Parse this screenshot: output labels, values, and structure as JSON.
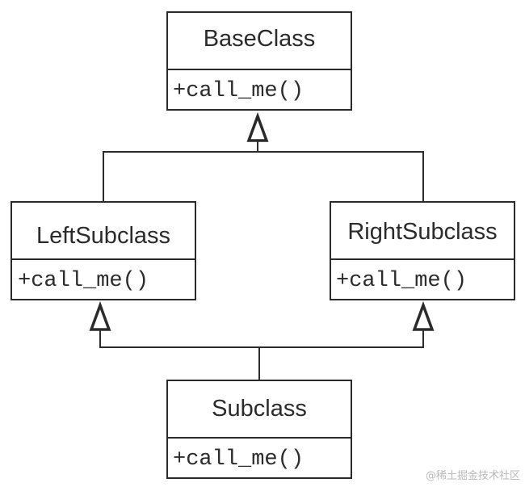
{
  "diagram": {
    "classes": {
      "base": {
        "name": "BaseClass",
        "method": "+call_me()"
      },
      "left": {
        "name": "LeftSubclass",
        "method": "+call_me()"
      },
      "right": {
        "name": "RightSubclass",
        "method": "+call_me()"
      },
      "sub": {
        "name": "Subclass",
        "method": "+call_me()"
      }
    },
    "relations": [
      {
        "from": "LeftSubclass",
        "to": "BaseClass",
        "type": "inheritance"
      },
      {
        "from": "RightSubclass",
        "to": "BaseClass",
        "type": "inheritance"
      },
      {
        "from": "Subclass",
        "to": "LeftSubclass",
        "type": "inheritance"
      },
      {
        "from": "Subclass",
        "to": "RightSubclass",
        "type": "inheritance"
      }
    ],
    "colors": {
      "stroke": "#2b2b2b",
      "background": "#ffffff",
      "watermark": "#b9b9b9"
    }
  },
  "watermark": "@稀土掘金技术社区"
}
